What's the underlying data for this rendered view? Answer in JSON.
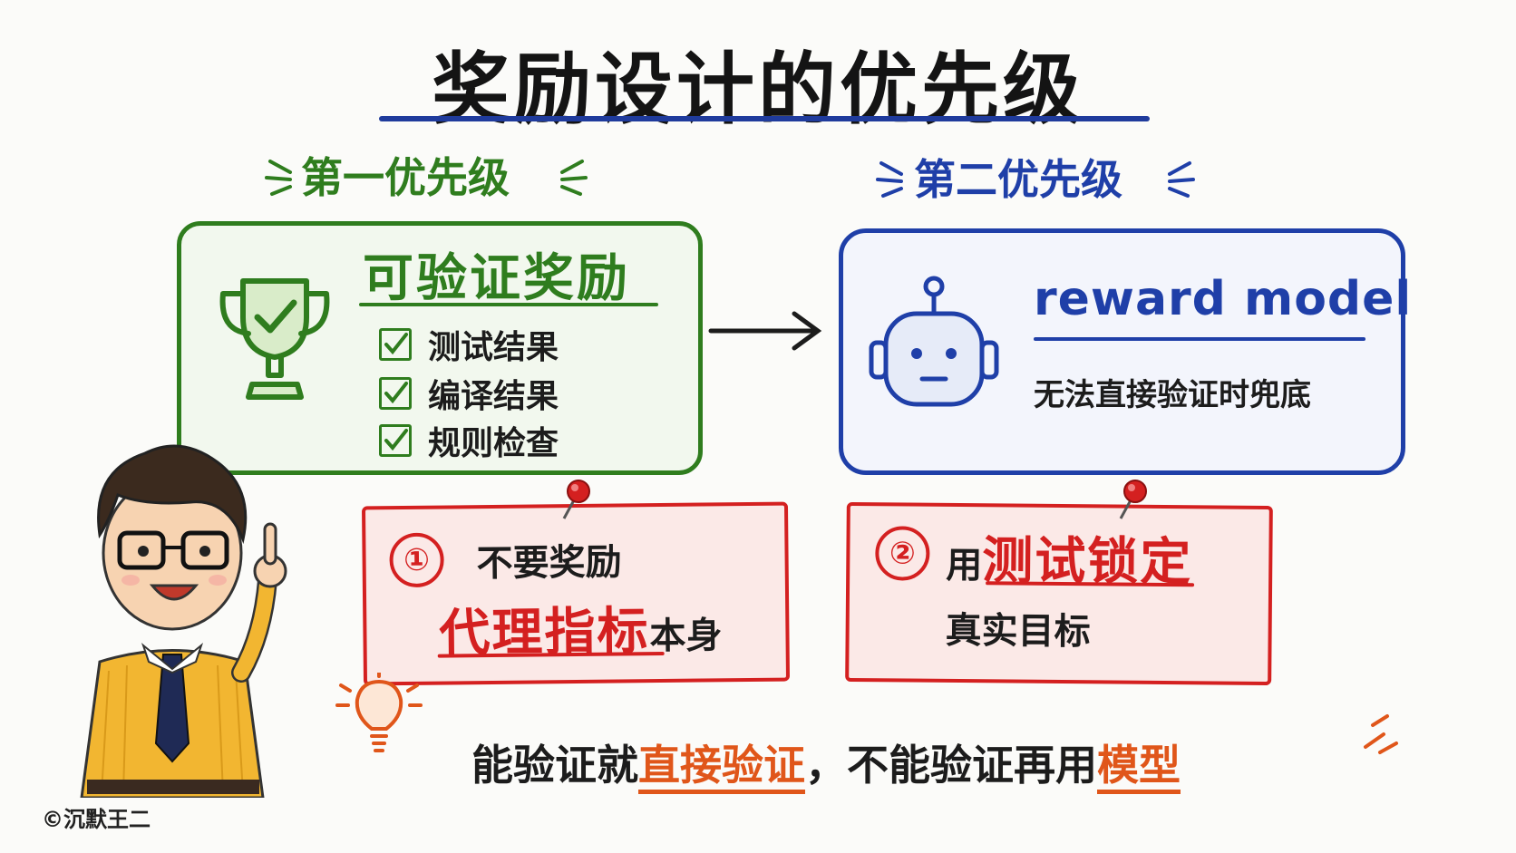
{
  "title": "奖励设计的优先级",
  "first": {
    "label": "第一优先级",
    "heading": "可验证奖励",
    "items": [
      "测试结果",
      "编译结果",
      "规则检查"
    ]
  },
  "second": {
    "label": "第二优先级",
    "heading": "reward model",
    "subtitle": "无法直接验证时兜底"
  },
  "note1": {
    "number": "①",
    "line1": "不要奖励",
    "highlight": "代理指标",
    "tail": "本身"
  },
  "note2": {
    "number": "②",
    "prefix": "用",
    "highlight": "测试锁定",
    "line2": "真实目标"
  },
  "bottom": {
    "part1": "能验证就",
    "highlight1": "直接验证",
    "part2": "，不能验证再用",
    "highlight2": "模型"
  },
  "credit": "©沉默王二",
  "colors": {
    "green": "#2f7d1e",
    "blue": "#1f3fa8",
    "red": "#d42020",
    "orange": "#e0561a"
  }
}
